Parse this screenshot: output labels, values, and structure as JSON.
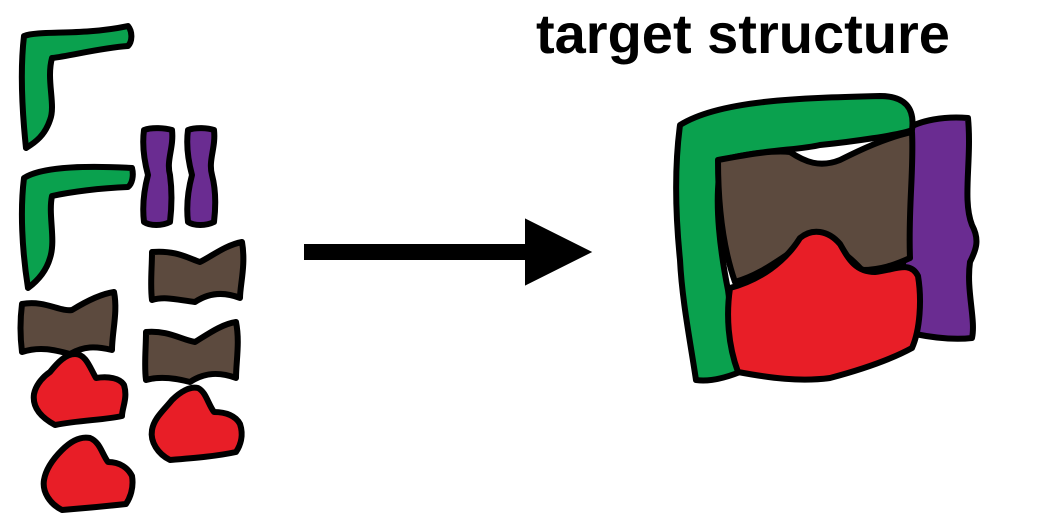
{
  "title": "target structure",
  "colors": {
    "green": "#0aa14e",
    "purple": "#6a2c91",
    "brown": "#5c4a3e",
    "red": "#e81e27",
    "outline": "#000000",
    "arrow": "#000000"
  },
  "pieces": {
    "green_count": 2,
    "purple_count": 2,
    "brown_count": 3,
    "red_count": 3
  }
}
